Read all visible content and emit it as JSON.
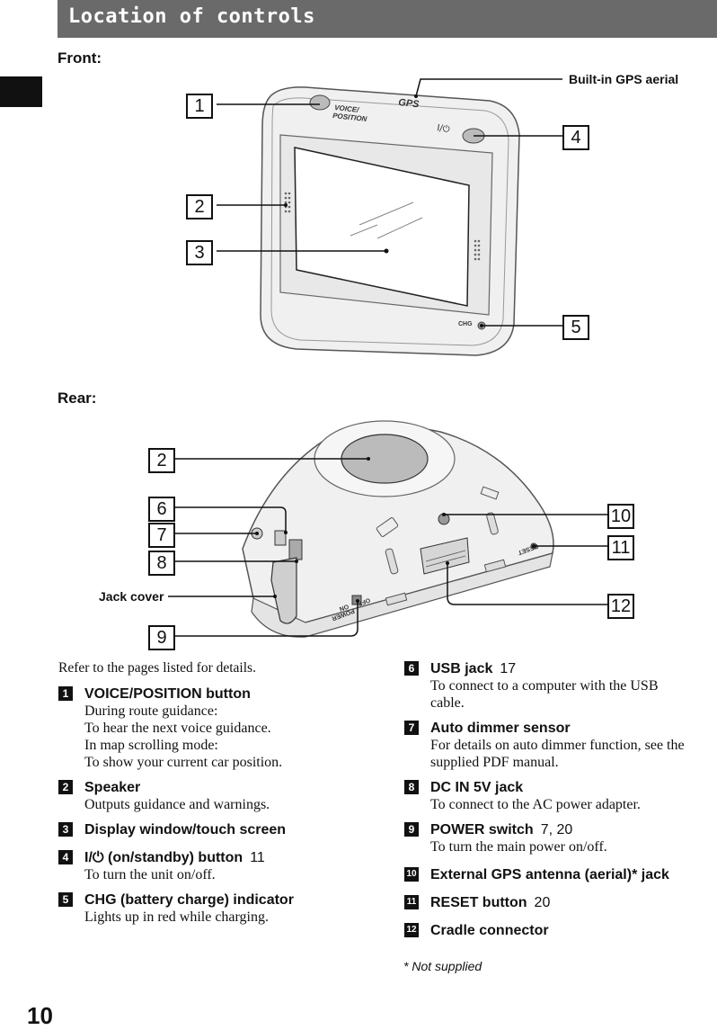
{
  "header": {
    "title": "Location of controls"
  },
  "front": {
    "heading": "Front:",
    "gps_label": "Built-in GPS aerial",
    "numbers": [
      "1",
      "2",
      "3",
      "4",
      "5"
    ],
    "device_text": {
      "voice": "VOICE/",
      "position": "POSITION",
      "gps": "GPS",
      "power": "I/⏻",
      "chg": "CHG"
    }
  },
  "rear": {
    "heading": "Rear:",
    "jack_cover_label": "Jack cover",
    "numbers": [
      "2",
      "6",
      "7",
      "8",
      "10",
      "11",
      "9",
      "12"
    ],
    "device_text": {
      "power": "POWER",
      "on": "ON",
      "off": "OFF",
      "reset": "RESET"
    }
  },
  "intro": "Refer to the pages listed for details.",
  "left_items": [
    {
      "n": "1",
      "title": "VOICE/POSITION button",
      "page": "",
      "desc": [
        "During route guidance:",
        "To hear the next voice guidance.",
        "In map scrolling mode:",
        "To show your current car position."
      ]
    },
    {
      "n": "2",
      "title": "Speaker",
      "page": "",
      "desc": [
        "Outputs guidance and warnings."
      ]
    },
    {
      "n": "3",
      "title": "Display window/touch screen",
      "page": "",
      "desc": []
    },
    {
      "n": "4",
      "title": "I/⏻ (on/standby) button",
      "page": "11",
      "desc": [
        "To turn the unit on/off."
      ]
    },
    {
      "n": "5",
      "title": "CHG (battery charge) indicator",
      "page": "",
      "desc": [
        "Lights up in red while charging."
      ]
    }
  ],
  "right_items": [
    {
      "n": "6",
      "title": "USB jack",
      "page": "17",
      "desc": [
        "To connect to a computer with the USB",
        "cable."
      ]
    },
    {
      "n": "7",
      "title": "Auto dimmer sensor",
      "page": "",
      "desc": [
        "For details on auto dimmer function, see the",
        "supplied PDF manual."
      ]
    },
    {
      "n": "8",
      "title": "DC IN 5V jack",
      "page": "",
      "desc": [
        "To connect to the AC power adapter."
      ]
    },
    {
      "n": "9",
      "title": "POWER switch",
      "page": "7, 20",
      "desc": [
        "To turn the main power on/off."
      ]
    },
    {
      "n": "10",
      "title": "External GPS antenna (aerial)* jack",
      "page": "",
      "desc": []
    },
    {
      "n": "11",
      "title": "RESET button",
      "page": "20",
      "desc": []
    },
    {
      "n": "12",
      "title": "Cradle connector",
      "page": "",
      "desc": []
    }
  ],
  "footnote": "* Not supplied",
  "page_number": "10"
}
